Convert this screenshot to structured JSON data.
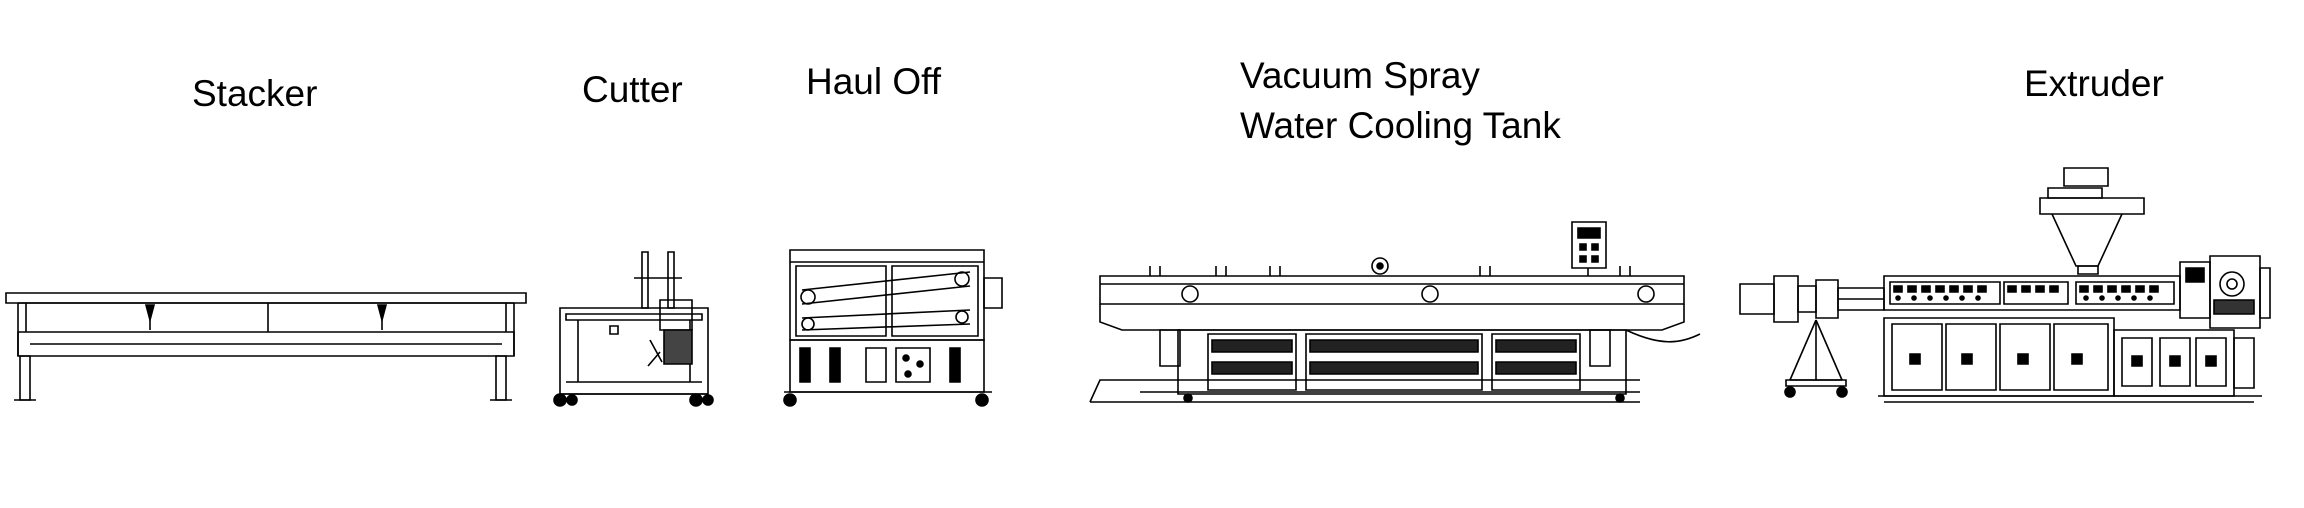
{
  "labels": {
    "stacker": "Stacker",
    "cutter": "Cutter",
    "haul_off": "Haul Off",
    "tank_line1": "Vacuum Spray",
    "tank_line2": "Water Cooling Tank",
    "extruder": "Extruder"
  },
  "colors": {
    "line": "#000000",
    "background": "#ffffff"
  }
}
